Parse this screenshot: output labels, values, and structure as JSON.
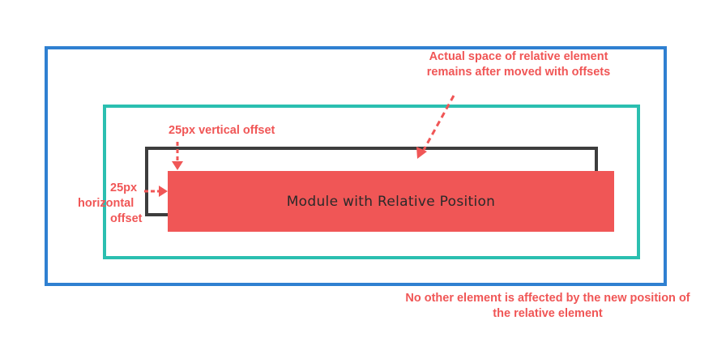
{
  "module": {
    "label": "Module with Relative Position"
  },
  "annotations": {
    "actual_space": "Actual space of relative element remains after moved with offsets",
    "vertical_offset": "25px vertical offset",
    "horizontal_offset_line1": "25px",
    "horizontal_offset_line2": "horizontal",
    "horizontal_offset_line3": "offset",
    "not_affected": "No other element is affected by the new position of the relative element"
  },
  "colors": {
    "outer_container": "#2f80d1",
    "inner_container": "#2bbfb0",
    "original_space_outline": "#3d3d3d",
    "module_fill": "#f05656",
    "annotation_text": "#f05656"
  },
  "icons": [
    "arrow-down-icon",
    "arrow-right-icon",
    "arrow-diagonal-icon"
  ]
}
